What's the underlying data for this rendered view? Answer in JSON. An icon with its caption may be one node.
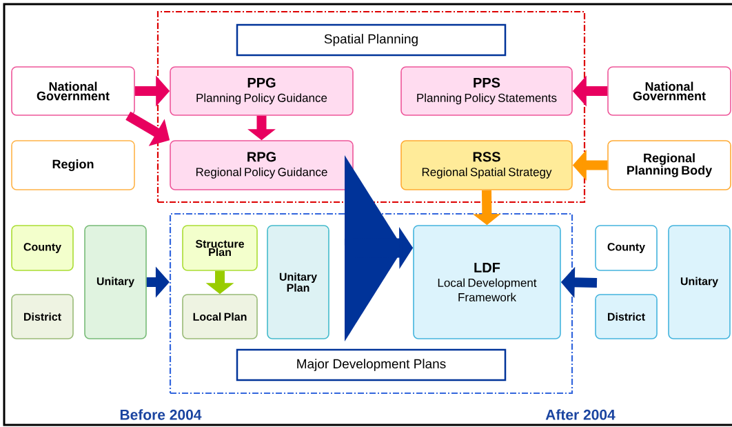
{
  "diagram": {
    "nodes": [
      {
        "text": [
          "Spatial Planning"
        ]
      },
      {
        "text": [
          "National Government"
        ]
      },
      {
        "text": [
          "PPG",
          "Planning Policy Guidance"
        ],
        "in": 0
      },
      {
        "text": [
          "PPS",
          "Planning Policy Statements"
        ],
        "in": 0
      },
      {
        "text": [
          "National Government"
        ]
      },
      {
        "text": [
          "Region"
        ]
      },
      {
        "text": [
          "RPG",
          "Regional Policy Guidance"
        ],
        "in": 0
      },
      {
        "text": [
          "RSS",
          "Regional Spatial Strategy"
        ],
        "in": 0
      },
      {
        "text": [
          "Regional Planning Body"
        ]
      },
      {
        "text": [
          "Major Development Plans"
        ]
      },
      {
        "text": [
          "County"
        ]
      },
      {
        "text": [
          "District"
        ]
      },
      {
        "text": [
          "Unitary"
        ]
      },
      {
        "text": [
          "Structure Plan"
        ],
        "in": 9
      },
      {
        "text": [
          "Local Plan"
        ],
        "in": 9
      },
      {
        "text": [
          "Unitary Plan"
        ],
        "in": 9
      },
      {
        "text": [
          "LDF",
          "Local Development Framework"
        ],
        "in": 9
      },
      {
        "text": [
          "County"
        ]
      },
      {
        "text": [
          "District"
        ]
      },
      {
        "text": [
          "Unitary"
        ]
      }
    ],
    "edges": [
      {
        "from": 1,
        "to": 2,
        "arrow": "to",
        "color": "#e8005f"
      },
      {
        "from": 1,
        "to": 6,
        "arrow": "to",
        "color": "#e8005f"
      },
      {
        "from": 2,
        "to": 6,
        "arrow": "to",
        "color": "#e8005f"
      },
      {
        "from": 4,
        "to": 3,
        "arrow": "to",
        "color": "#e8005f"
      },
      {
        "from": 8,
        "to": 7,
        "arrow": "to",
        "color": "#ff9900"
      },
      {
        "from": 7,
        "to": 16,
        "arrow": "to",
        "color": "#ff9900"
      },
      {
        "from": 12,
        "to": 9,
        "arrow": "to",
        "color": "#003399"
      },
      {
        "from": null,
        "to": 16,
        "arrow": "to",
        "color": "#003399"
      },
      {
        "from": 13,
        "to": 14,
        "arrow": "to",
        "color": "#99cc00"
      },
      {
        "from": null,
        "to": 16,
        "arrow": "to",
        "style": "thick",
        "color": "#003399"
      }
    ],
    "labels": [
      "Before 2004",
      "After 2004"
    ]
  }
}
